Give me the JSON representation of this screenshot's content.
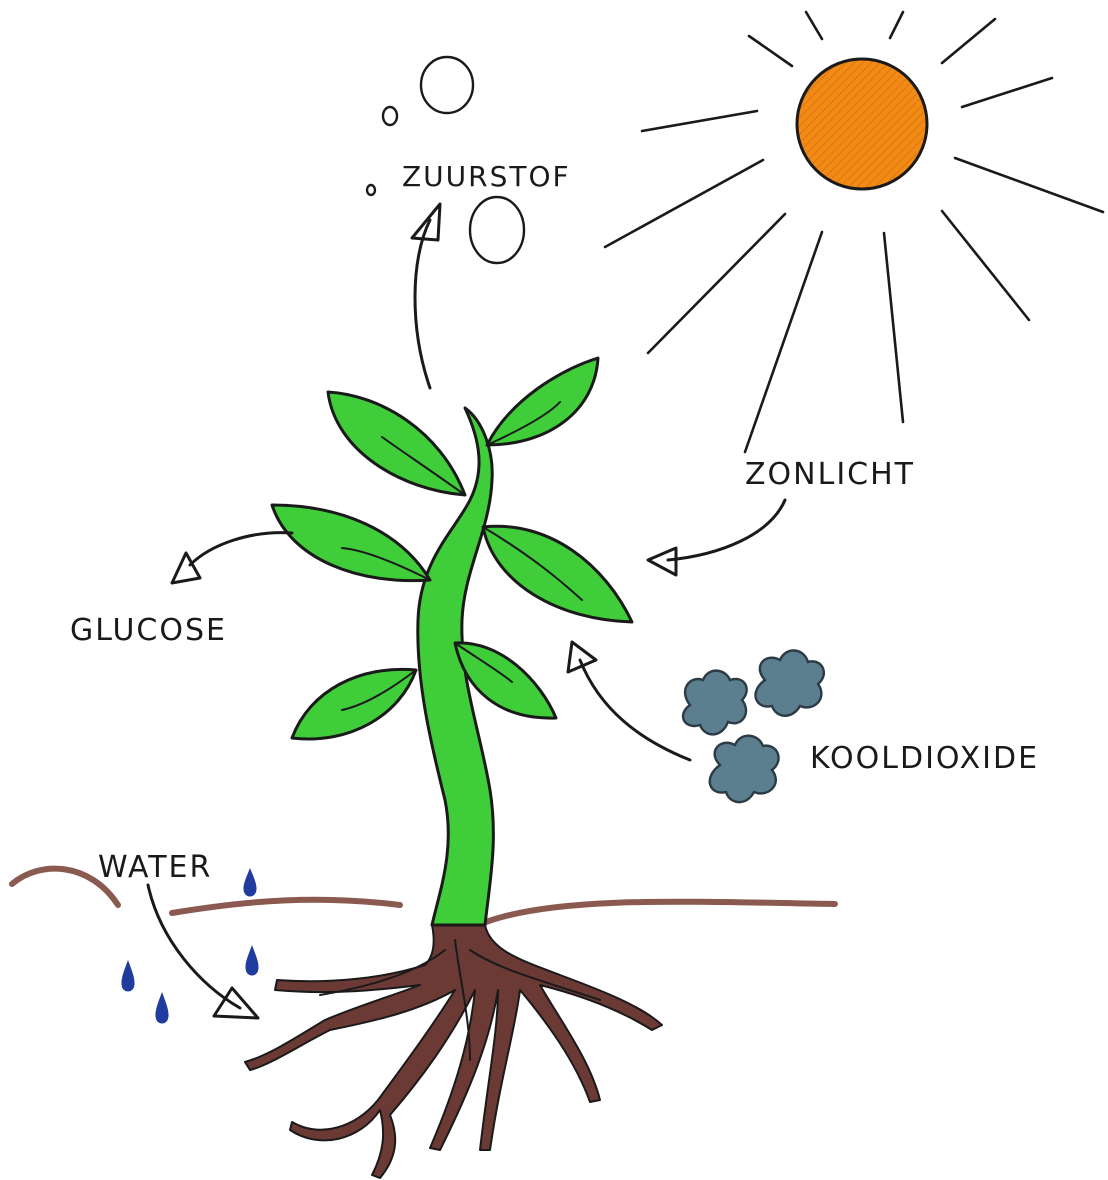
{
  "labels": {
    "oxygen": "ZUURSTOF",
    "sunlight": "ZONLICHT",
    "glucose": "GLUCOSE",
    "carbon_dioxide": "KOOLDIOXIDE",
    "water": "WATER"
  },
  "colors": {
    "sun": "#f28a16",
    "leaf": "#3fce3a",
    "stem": "#3fce3a",
    "soil": "#8a5a50",
    "root": "#6b3a35",
    "water_drop": "#1f3c9e",
    "co2_cloud": "#5b7f8f",
    "ink": "#1a1a1a"
  },
  "icons": [
    "sun-icon",
    "plant-icon",
    "roots-icon",
    "co2-cloud-icon",
    "water-drop-icon",
    "oxygen-bubble-icon",
    "arrow-icon"
  ]
}
